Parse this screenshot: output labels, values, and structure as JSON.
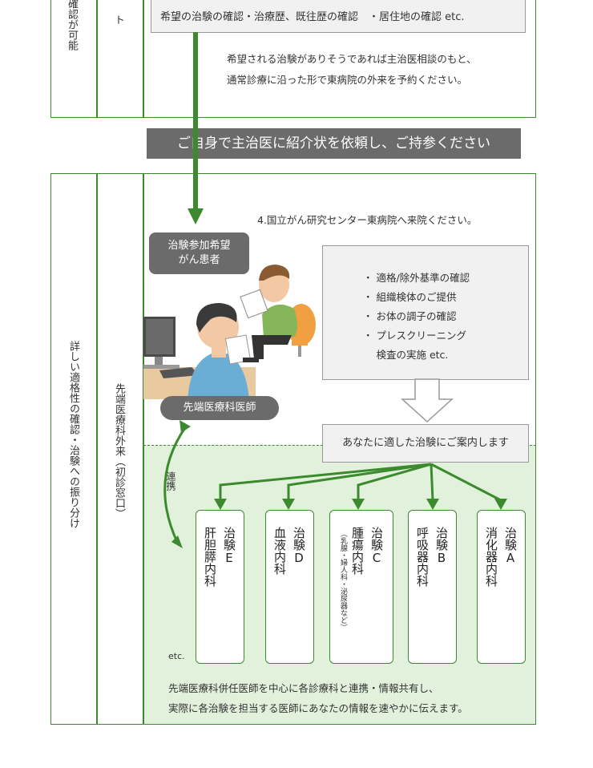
{
  "top": {
    "left_label_fragment": "確認が可能",
    "mid_label_fragment": "ト",
    "checks_text": "希望の治験の確認・治療歴、既往歴の確認　・居住地の確認 etc.",
    "note_lines": [
      "希望される治験がありそうであれば主治医相談のもと、",
      "通常診療に沿った形で東病院の外来を予約ください。"
    ]
  },
  "banner": "ご自身で主治医に紹介状を依頼し、ご持参ください",
  "section": {
    "left_label": "詳しい適格性の確認・治験への振り分け",
    "mid_label": "先端医療科外来（初診窓口）",
    "visit_text": "4.国立がん研究センター東病院へ来院ください。",
    "patient_label": [
      "治験参加希望",
      "がん患者"
    ],
    "doctor_label": "先端医療科医師",
    "checklist": [
      "・ 適格/除外基準の確認",
      "・ 組織検体のご提供",
      "・ お体の調子の確認",
      "・ プレスクリーニング",
      "　 検査の実施 etc."
    ],
    "guide_text": "あなたに適した治験にご案内します",
    "collab_label": "連携",
    "etc": "etc.",
    "departments": [
      {
        "trial": "治験E",
        "dept": "肝胆膵内科",
        "note": ""
      },
      {
        "trial": "治験D",
        "dept": "血液内科",
        "note": ""
      },
      {
        "trial": "治験C",
        "dept": "腫瘍内科",
        "note": "（乳腺・婦人科・泌尿器など）"
      },
      {
        "trial": "治験B",
        "dept": "呼吸器内科",
        "note": ""
      },
      {
        "trial": "治験A",
        "dept": "消化器内科",
        "note": ""
      }
    ],
    "footer_lines": [
      "先端医療科併任医師を中心に各診療科と連携・情報共有し、",
      "実際に各治験を担当する医師にあなたの情報を速やかに伝えます。"
    ]
  },
  "colors": {
    "green": "#3c8a2e",
    "light_green": "#e2f1dc",
    "dark_gray": "#6b6b6b",
    "light_gray": "#f1f1f1"
  }
}
